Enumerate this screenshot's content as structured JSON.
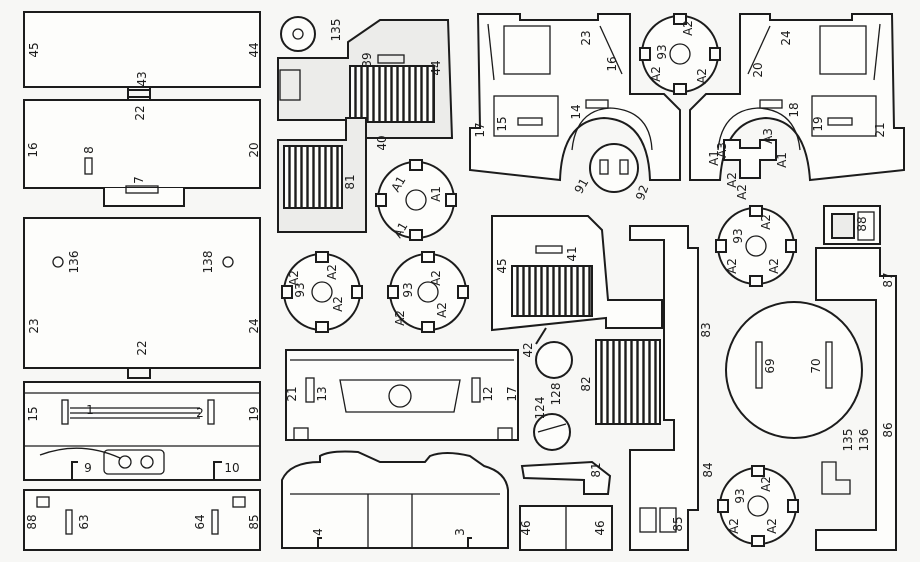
{
  "labels": {
    "n45": "45",
    "n44": "44",
    "n43": "43",
    "n22": "22",
    "n16": "16",
    "n20": "20",
    "n8": "8",
    "n7": "7",
    "n136": "136",
    "n138": "138",
    "n23": "23",
    "n24": "24",
    "n15": "15",
    "n1": "1",
    "n2": "2",
    "n19": "19",
    "n9": "9",
    "n10": "10",
    "n88": "88",
    "n63": "63",
    "n64": "64",
    "n135": "135",
    "n39": "39",
    "n40": "40",
    "n81": "81",
    "n21": "21",
    "n13": "13",
    "n12": "12",
    "n17": "17",
    "n4": "4",
    "n3": "3",
    "n14": "14",
    "n91": "91",
    "n92": "92",
    "nA1": "A1",
    "nA2": "A2",
    "nA3": "A3",
    "n93": "93",
    "n18": "18",
    "n41": "41",
    "n42": "42",
    "n124": "124",
    "n128": "128",
    "n82": "82",
    "n83": "83",
    "n84": "84",
    "n85": "85",
    "n46": "46",
    "n87": "87",
    "n86": "86",
    "n69": "69",
    "n70": "70"
  }
}
